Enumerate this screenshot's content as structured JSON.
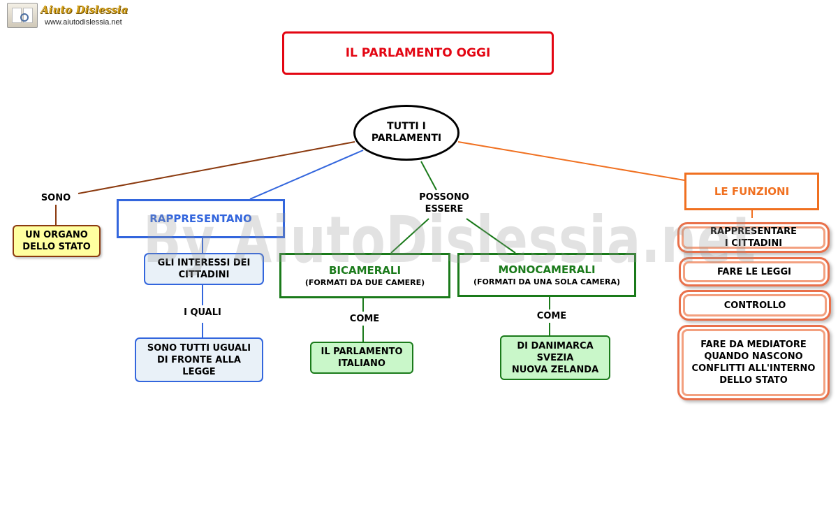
{
  "logo": {
    "brand": "Aiuto Dislessia",
    "url": "www.aiutodislessia.net"
  },
  "watermark": "By AiutoDislessia.net",
  "colors": {
    "title_red": "#e30613",
    "brown": "#8b3a0f",
    "blue": "#3366dd",
    "green": "#1a7a1a",
    "orange": "#f07020"
  },
  "title": "IL PARLAMENTO OGGI",
  "center": "TUTTI I\nPARLAMENTI",
  "sono": {
    "connector": "SONO",
    "box": "UN ORGANO\nDELLO STATO"
  },
  "rappresentano": {
    "header": "RAPPRESENTANO",
    "interests": "GLI INTERESSI DEI\nCITTADINI",
    "connector": "I QUALI",
    "equal": "SONO TUTTI UGUALI\nDI FRONTE ALLA\nLEGGE"
  },
  "possono": {
    "connector": "POSSONO\nESSERE",
    "bicamerali": {
      "title": "BICAMERALI",
      "subtitle": "(FORMATI DA DUE CAMERE)",
      "connector": "COME",
      "example": "IL PARLAMENTO\nITALIANO"
    },
    "monocamerali": {
      "title": "MONOCAMERALI",
      "subtitle": "(FORMATI DA UNA SOLA CAMERA)",
      "connector": "COME",
      "example": "DI DANIMARCA\nSVEZIA\nNUOVA ZELANDA"
    }
  },
  "funzioni": {
    "header": "LE FUNZIONI",
    "items": [
      "RAPPRESENTARE\nI CITTADINI",
      "FARE LE LEGGI",
      "CONTROLLO",
      "FARE DA MEDIATORE\nQUANDO NASCONO\nCONFLITTI ALL'INTERNO\nDELLO STATO"
    ]
  }
}
